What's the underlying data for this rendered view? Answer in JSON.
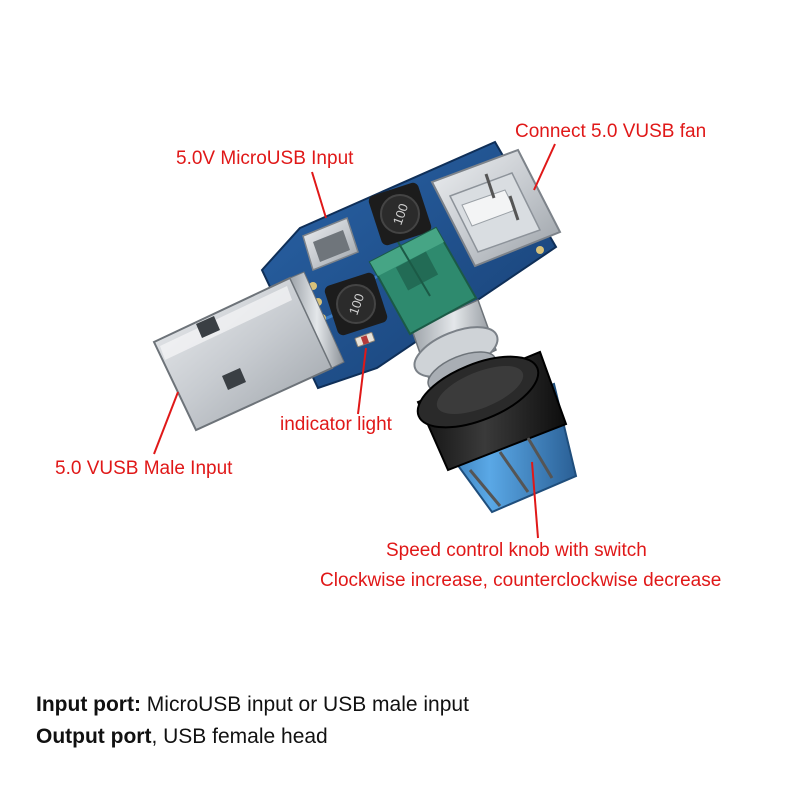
{
  "callouts": {
    "microusb_input": "5.0V MicroUSB Input",
    "usb_fan": "Connect 5.0 VUSB fan",
    "indicator_light": "indicator light",
    "usb_male_input": "5.0 VUSB Male Input",
    "knob_line1": "Speed control knob with switch",
    "knob_line2": "Clockwise increase, counterclockwise decrease"
  },
  "footer": {
    "input_label": "Input port:",
    "input_text": " MicroUSB input or USB male input",
    "output_label": "Output port",
    "output_text": ", USB female head"
  },
  "component_marks": {
    "inductor_1": "100",
    "inductor_2": "100"
  },
  "colors": {
    "callout_red": "#e01818",
    "pcb_blue": "#1f4f8f",
    "potentiometer_green": "#2e8a6e",
    "knob_black": "#1b1b1b",
    "knob_blue": "#3d8fd0"
  }
}
